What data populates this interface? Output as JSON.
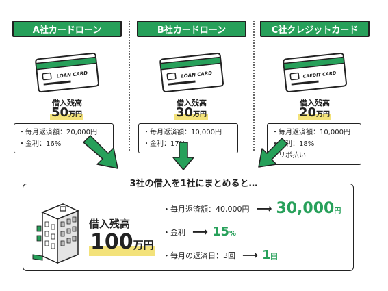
{
  "companies": [
    {
      "title": "A社カードローン",
      "card_text": "LOAN CARD",
      "balance_label": "借入残高",
      "balance_value": "50",
      "balance_unit": "万円",
      "details": [
        "・毎月返済額：20,000円",
        "・金利：16%"
      ]
    },
    {
      "title": "B社カードローン",
      "card_text": "LOAN CARD",
      "balance_label": "借入残高",
      "balance_value": "30",
      "balance_unit": "万円",
      "details": [
        "・毎月返済額：10,000円",
        "・金利：17%"
      ]
    },
    {
      "title": "C社クレジットカード",
      "card_text": "CREDIT CARD",
      "balance_label": "借入残高",
      "balance_value": "20",
      "balance_unit": "万円",
      "details": [
        "・毎月返済額：10,000円",
        "・金利：18%",
        "・リボ払い"
      ]
    }
  ],
  "summary": {
    "title": "3社の借入を1社にまとめると…",
    "balance_label": "借入残高",
    "balance_value": "100",
    "balance_unit": "万円",
    "rows": [
      {
        "label": "・毎月返済額：40,000円",
        "value": "30,000",
        "unit": "円"
      },
      {
        "label": "・金利",
        "value": "15",
        "unit": "%"
      },
      {
        "label": "・毎月の返済日：3回",
        "value": "1",
        "unit": "回"
      }
    ]
  },
  "colors": {
    "accent": "#27a05a",
    "highlight": "#f3e27a",
    "line": "#222222"
  }
}
